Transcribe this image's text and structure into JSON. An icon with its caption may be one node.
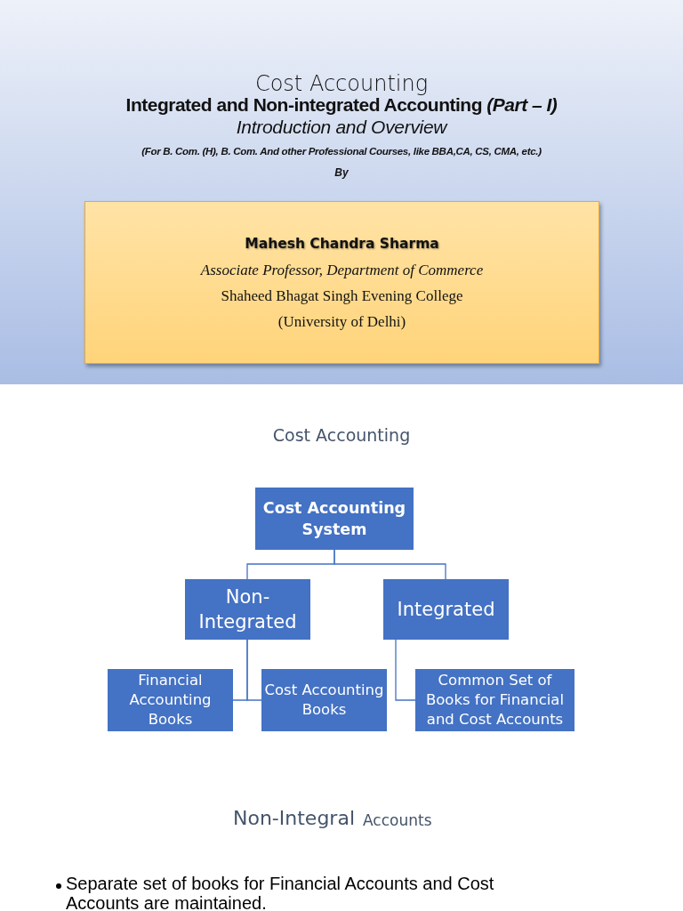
{
  "diagram": {
    "title": "Cost Accounting",
    "nodes": [
      {
        "text": [
          "Mahesh Chandra Sharma",
          "Associate Professor, Department of Commerce",
          "Shaheed Bhagat Singh Evening College",
          "(University of Delhi)"
        ]
      },
      {
        "text": [
          "Cost Accounting System"
        ]
      },
      {
        "text": [
          "Non-Integrated"
        ]
      },
      {
        "text": [
          "Integrated"
        ]
      },
      {
        "text": [
          "Financial Accounting Books"
        ]
      },
      {
        "text": [
          "Cost Accounting Books"
        ]
      },
      {
        "text": [
          "Common Set of Books for Financial and Cost Accounts"
        ]
      }
    ],
    "edges": [
      {
        "from": 1,
        "to": 2,
        "arrow": "none"
      },
      {
        "from": 1,
        "to": 3,
        "arrow": "none"
      },
      {
        "from": 2,
        "to": 4,
        "arrow": "none"
      },
      {
        "from": 2,
        "to": 5,
        "arrow": "none"
      },
      {
        "from": 3,
        "to": 6,
        "arrow": "none"
      }
    ],
    "labels": [
      "Integrated and Non-integrated Accounting *(Part – I)*",
      "Introduction and Overview",
      "(For B. Com. (H), B. Com. And other Professional Courses, like BBA,CA, CS, CMA, etc.)",
      "By",
      "Cost Accounting",
      "Non-Integral",
      "Accounts",
      "Separate set of books for Financial Accounts and Cost Accounts are maintained."
    ]
  }
}
